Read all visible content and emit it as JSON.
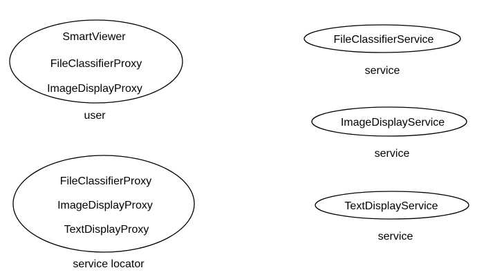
{
  "diagram": {
    "nodes": [
      {
        "id": "user",
        "label": "user",
        "items": [
          "SmartViewer",
          "FileClassifierProxy",
          "ImageDisplayProxy"
        ]
      },
      {
        "id": "service-locator",
        "label": "service locator",
        "items": [
          "FileClassifierProxy",
          "ImageDisplayProxy",
          "TextDisplayProxy"
        ]
      },
      {
        "id": "file-classifier-service",
        "label": "service",
        "items": [
          "FileClassifierService"
        ]
      },
      {
        "id": "image-display-service",
        "label": "service",
        "items": [
          "ImageDisplayService"
        ]
      },
      {
        "id": "text-display-service",
        "label": "service",
        "items": [
          "TextDisplayService"
        ]
      }
    ]
  }
}
